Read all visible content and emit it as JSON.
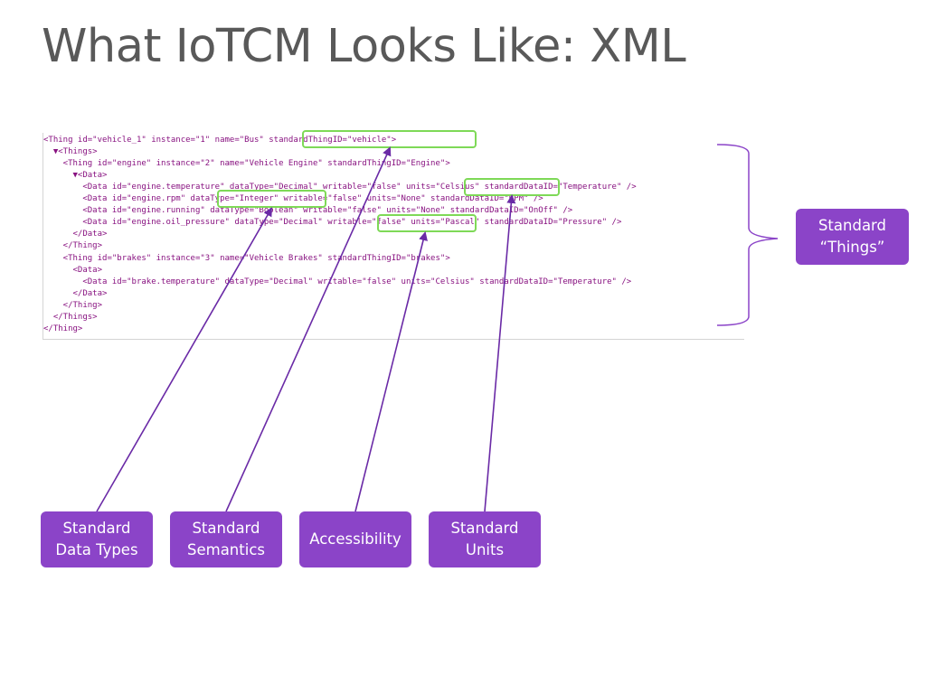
{
  "slide": {
    "title": "What IoTCM Looks Like: XML"
  },
  "xml_lines": [
    "<Thing id=\"vehicle_1\" instance=\"1\" name=\"Bus\" standardThingID=\"vehicle\">",
    "  ▼<Things>",
    "    <Thing id=\"engine\" instance=\"2\" name=\"Vehicle Engine\" standardThingID=\"Engine\">",
    "      ▼<Data>",
    "        <Data id=\"engine.temperature\" dataType=\"Decimal\" writable=\"false\" units=\"Celsius\" standardDataID=\"Temperature\" />",
    "        <Data id=\"engine.rpm\" dataType=\"Integer\" writable=\"false\" units=\"None\" standardDataID=\"RPM\" />",
    "        <Data id=\"engine.running\" dataType=\"Boolean\" writable=\"false\" units=\"None\" standardDataID=\"OnOff\" />",
    "        <Data id=\"engine.oil_pressure\" dataType=\"Decimal\" writable=\"false\" units=\"Pascal\" standardDataID=\"Pressure\" />",
    "      </Data>",
    "    </Thing>",
    "    <Thing id=\"brakes\" instance=\"3\" name=\"Vehicle Brakes\" standardThingID=\"brakes\">",
    "      <Data>",
    "        <Data id=\"brake.temperature\" dataType=\"Decimal\" writable=\"false\" units=\"Celsius\" standardDataID=\"Temperature\" />",
    "      </Data>",
    "    </Thing>",
    "  </Things>",
    "</Thing>"
  ],
  "labels": {
    "standard_things": [
      "Standard",
      "“Things”"
    ],
    "standard_data_types": [
      "Standard",
      "Data Types"
    ],
    "standard_semantics": [
      "Standard",
      "Semantics"
    ],
    "accessibility": [
      "Accessibility"
    ],
    "standard_units": [
      "Standard",
      "Units"
    ]
  },
  "colors": {
    "label_fill": "#8b44c8",
    "highlight": "#7ed957",
    "arrow": "#6a2aa6",
    "title_text": "#595959"
  }
}
